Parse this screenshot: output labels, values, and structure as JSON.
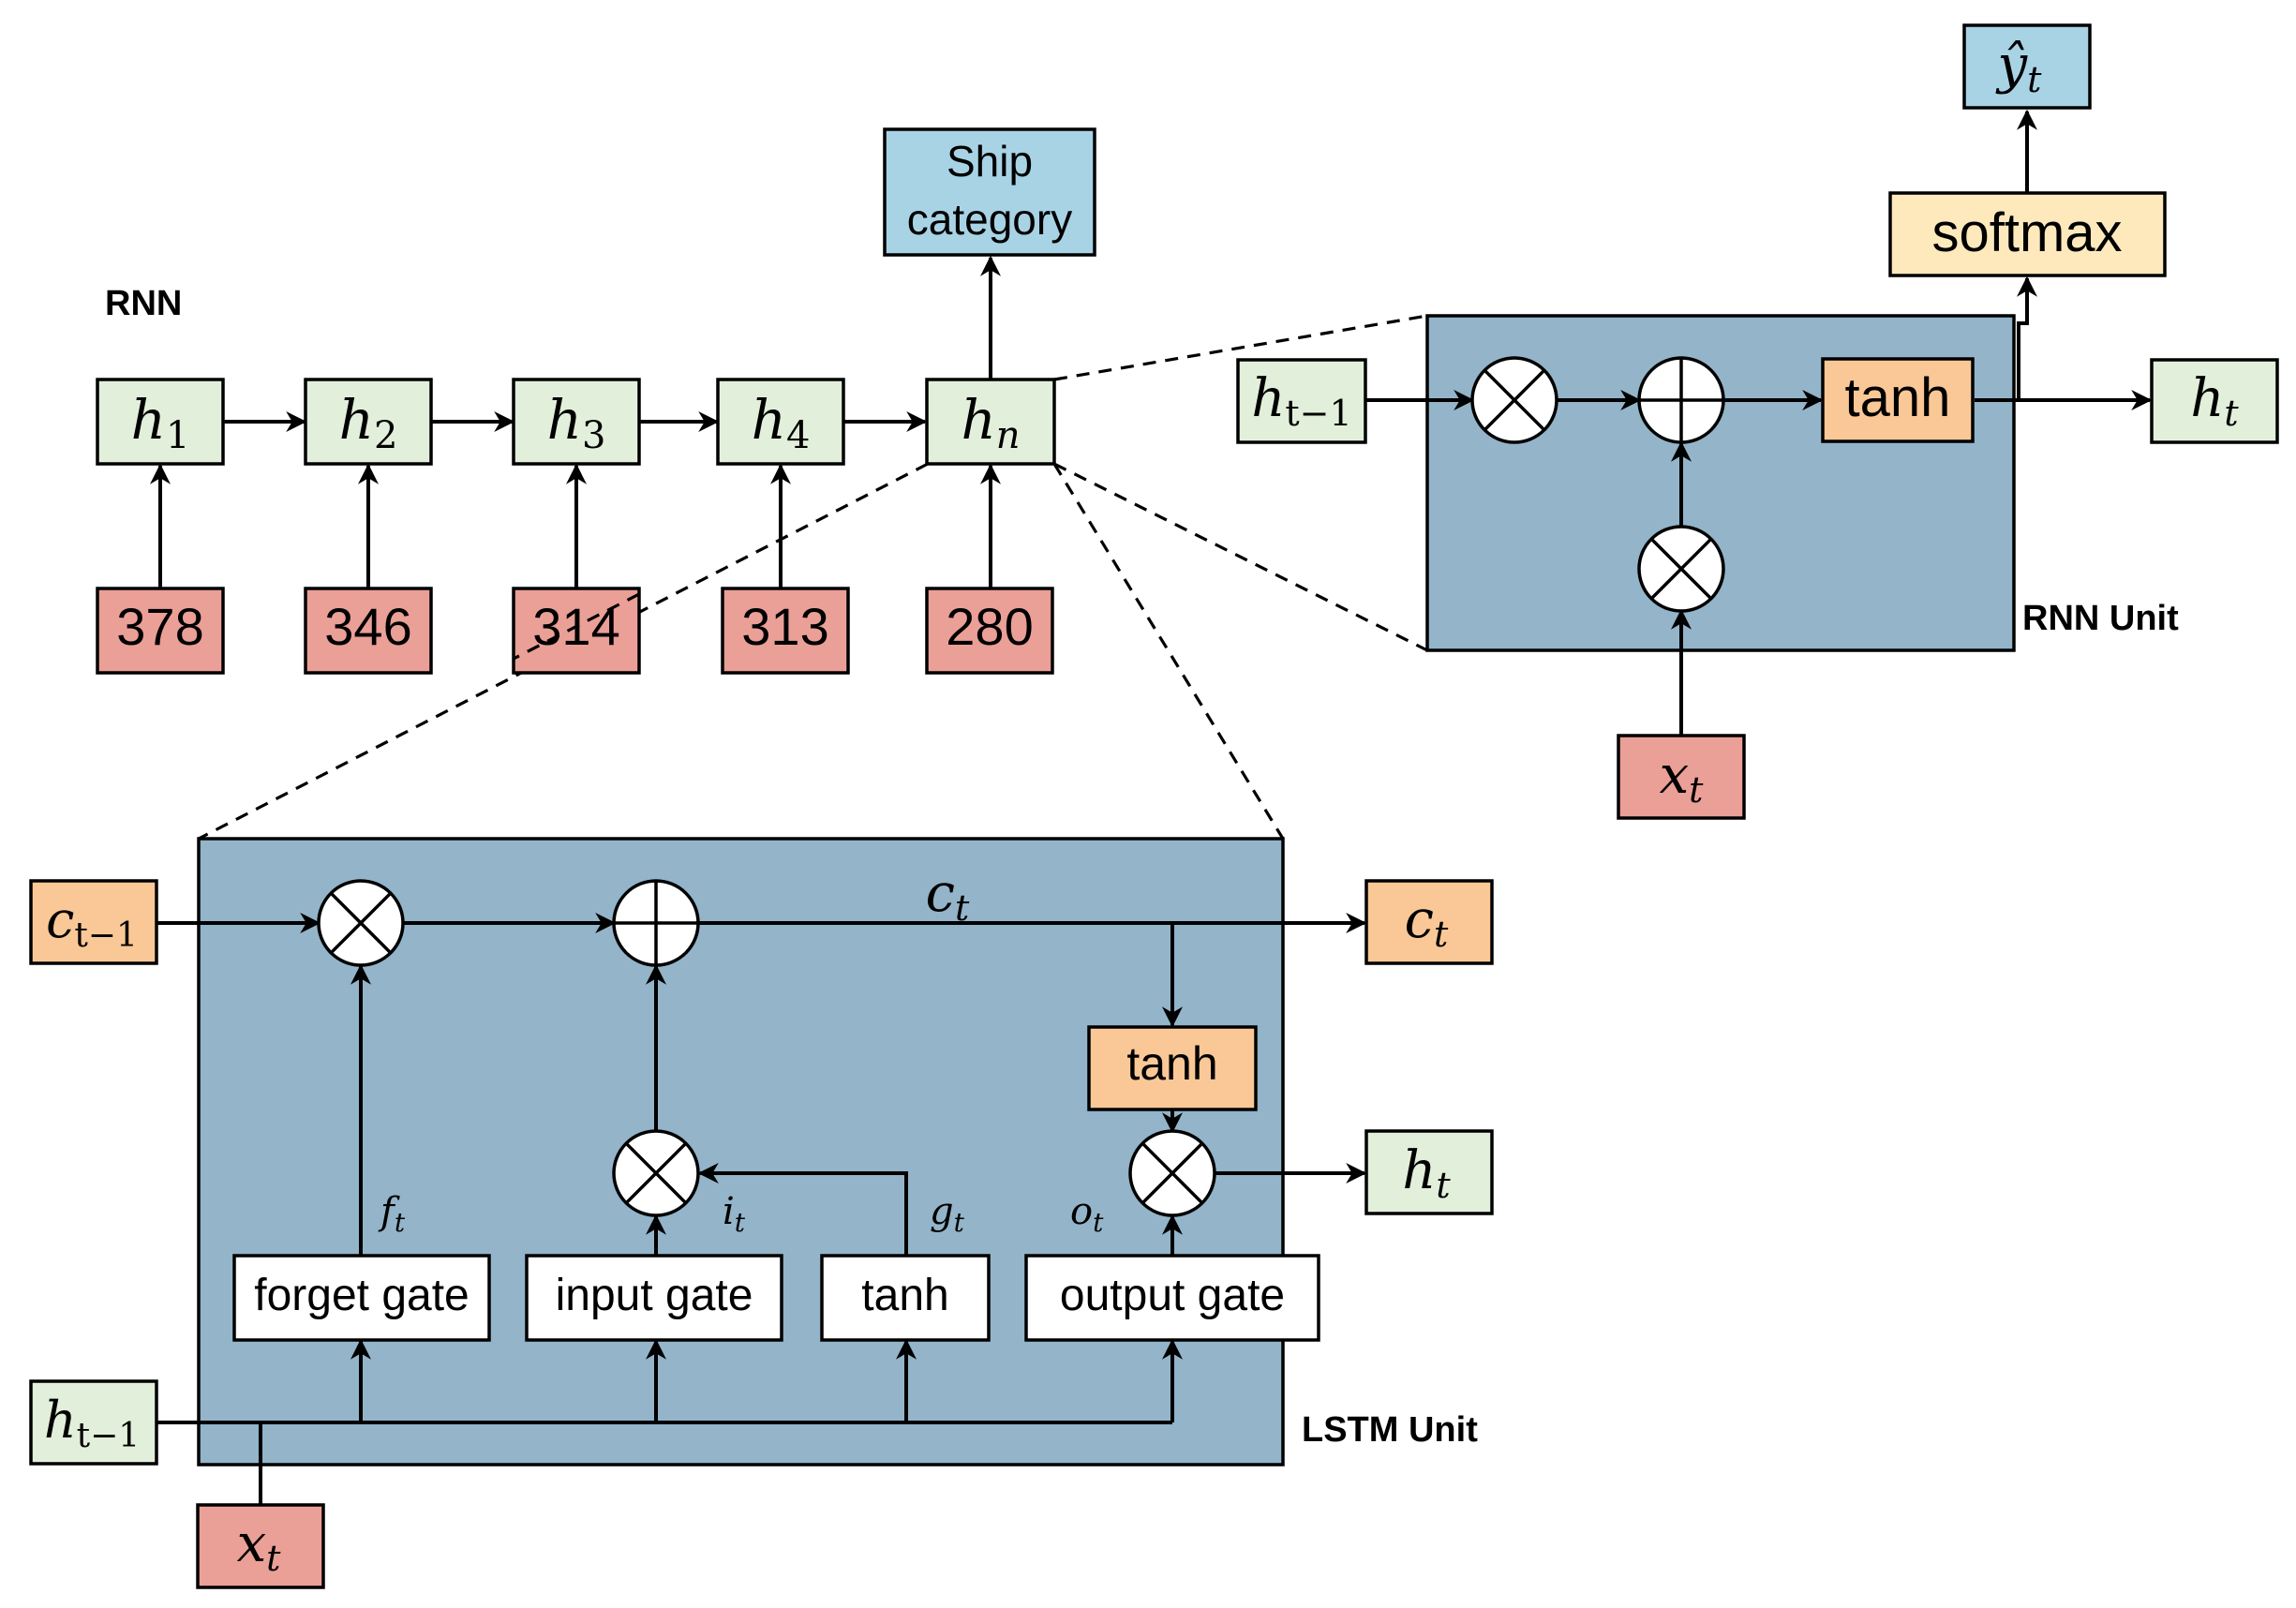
{
  "colors": {
    "hidden_fill": "#e2efda",
    "input_fill": "#ea9f97",
    "output_fill": "#a8d3e5",
    "cell_fill": "#f9c896",
    "softmax_fill": "#fee9bd",
    "unit_fill": "#93b4c9",
    "gate_fill": "#ffffff"
  },
  "rnn": {
    "label": "RNN",
    "hidden": [
      {
        "base": "h",
        "sub": "1"
      },
      {
        "base": "h",
        "sub": "2"
      },
      {
        "base": "h",
        "sub": "3"
      },
      {
        "base": "h",
        "sub": "4"
      },
      {
        "base": "h",
        "sub": "n"
      }
    ],
    "inputs": [
      "378",
      "346",
      "314",
      "313",
      "280"
    ],
    "output": {
      "line1": "Ship",
      "line2": "category"
    }
  },
  "rnn_unit": {
    "label": "RNN Unit",
    "h_prev": {
      "base": "h",
      "sub": "t−1"
    },
    "h_out": {
      "base": "h",
      "sub": "t"
    },
    "x_in": {
      "base": "x",
      "sub": "t"
    },
    "y_hat": {
      "base": "ŷ",
      "sub": "t"
    },
    "tanh_label": "tanh",
    "softmax_label": "softmax"
  },
  "lstm_unit": {
    "label": "LSTM Unit",
    "c_prev": {
      "base": "c",
      "sub": "t−1"
    },
    "c_out": {
      "base": "c",
      "sub": "t"
    },
    "c_line": {
      "base": "c",
      "sub": "t"
    },
    "h_prev": {
      "base": "h",
      "sub": "t−1"
    },
    "h_out": {
      "base": "h",
      "sub": "t"
    },
    "x_in": {
      "base": "x",
      "sub": "t"
    },
    "tanh_label": "tanh",
    "gates": {
      "forget": "forget gate",
      "input": "input gate",
      "tanh": "tanh",
      "output": "output gate"
    },
    "gate_signals": {
      "f": {
        "base": "f",
        "sub": "t"
      },
      "i": {
        "base": "i",
        "sub": "t"
      },
      "g": {
        "base": "g",
        "sub": "t"
      },
      "o": {
        "base": "o",
        "sub": "t"
      }
    }
  }
}
